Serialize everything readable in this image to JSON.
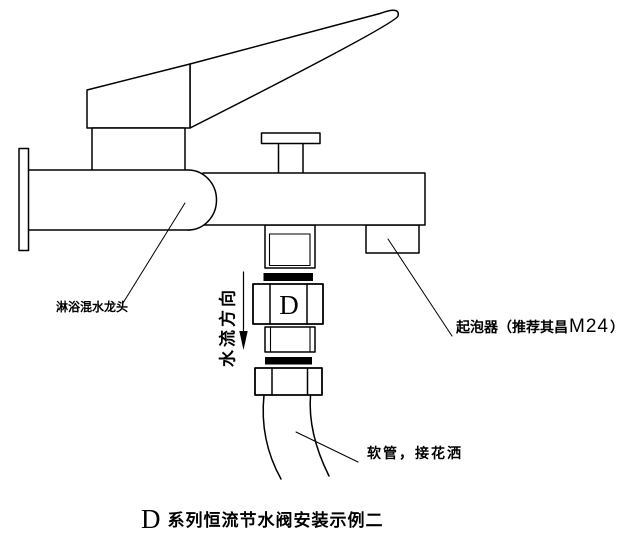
{
  "colors": {
    "line": "#000000",
    "background": "#ffffff",
    "seal_band": "#000000"
  },
  "diagram": {
    "labels": {
      "faucet": "淋浴混水龙头",
      "flow_direction": "水流方向",
      "aerator_prefix": "起泡器（推荐其昌",
      "aerator_model": "M24",
      "aerator_suffix": "）",
      "hose": "软管，接花洒",
      "valve_marking": "D"
    },
    "caption": {
      "series_letter": "D",
      "text": "系列恒流节水阀安装示例二"
    }
  }
}
